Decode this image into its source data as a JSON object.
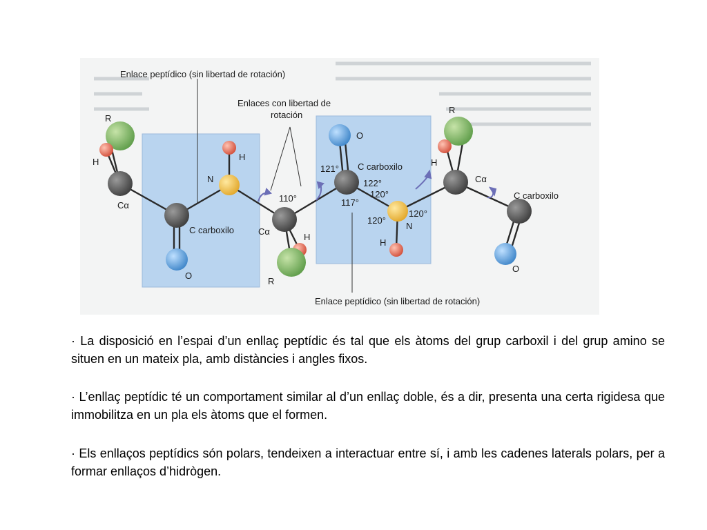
{
  "figure": {
    "labels": {
      "enlace_top": "Enlace peptídico (sin libertad de rotación)",
      "enlaces_libertad_1": "Enlaces con libertad de",
      "enlaces_libertad_2": "rotación",
      "enlace_bottom": "Enlace peptídico (sin libertad de rotación)",
      "r_left": "R",
      "h_left": "H",
      "ca_left": "Cα",
      "n_left": "N",
      "h_n_left": "H",
      "c_carboxilo_left": "C carboxilo",
      "o_left": "O",
      "ca_mid": "Cα",
      "h_mid": "H",
      "r_mid": "R",
      "angle_110": "110°",
      "o_right": "O",
      "c_carboxilo_mid": "C carboxilo",
      "angle_121": "121°",
      "angle_122": "122°",
      "angle_117": "117°",
      "angle_120a": "120°",
      "angle_120b": "120°",
      "angle_120c": "120°",
      "n_right": "N",
      "h_n_right": "H",
      "r_right": "R",
      "h_right": "H",
      "ca_right": "Cα",
      "c_carboxilo_right": "C carboxilo",
      "o_end": "O"
    }
  },
  "paragraphs": [
    "· La disposició en l’espai d’un enllaç peptídic és tal que els àtoms del grup carboxil i del grup amino se situen en un mateix pla, amb distàncies i angles fixos.",
    "· L’enllaç peptídic té un comportament similar al d’un enllaç doble, és a dir, presenta una certa rigidesa que immobilitza en un pla els àtoms que el formen.",
    "· Els enllaços peptídics són polars, tendeixen a interactuar entre sí, i amb les cadenes laterals polars, per a formar enllaços d’hidrògen."
  ],
  "colors": {
    "plane_blue": "#b9d4ef",
    "carbon_gray": "#5b5b5b",
    "nitrogen_yellow": "#f4c542",
    "oxygen_blue": "#6aa9e0",
    "hydrogen_red": "#e8725e",
    "r_green": "#7fb96a",
    "arrow_purple": "#6c6fb7"
  }
}
